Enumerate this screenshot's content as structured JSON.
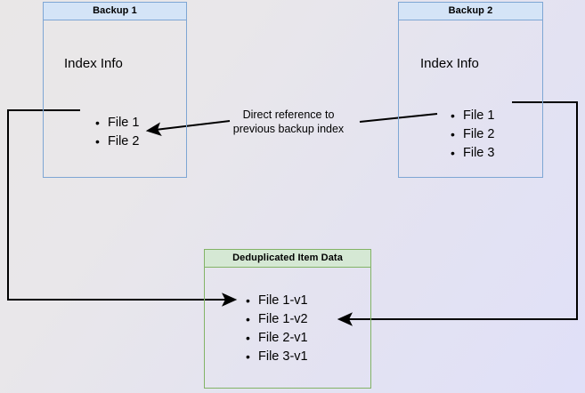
{
  "diagram": {
    "title_semantic": "backup-deduplication-diagram",
    "background": {
      "from_color": "#e9e7e7",
      "to_color": "#e0e0f8"
    },
    "colors": {
      "backup_border": "#7ea6d4",
      "backup_header_fill": "#d4e4f7",
      "dedup_border": "#82b366",
      "dedup_header_fill": "#d5e8d4",
      "edge_stroke": "#000000"
    },
    "nodes": {
      "backup1": {
        "header": "Backup 1",
        "section_label": "Index Info",
        "files": [
          "File 1",
          "File 2"
        ]
      },
      "backup2": {
        "header": "Backup 2",
        "section_label": "Index Info",
        "files": [
          "File 1",
          "File 2",
          "File 3"
        ]
      },
      "dedup": {
        "header": "Deduplicated Item Data",
        "files": [
          "File 1-v1",
          "File 1-v2",
          "File 2-v1",
          "File 3-v1"
        ]
      }
    },
    "edge_labels": {
      "direct_reference": {
        "line1": "Direct reference to",
        "line2": "previous backup index"
      }
    }
  }
}
